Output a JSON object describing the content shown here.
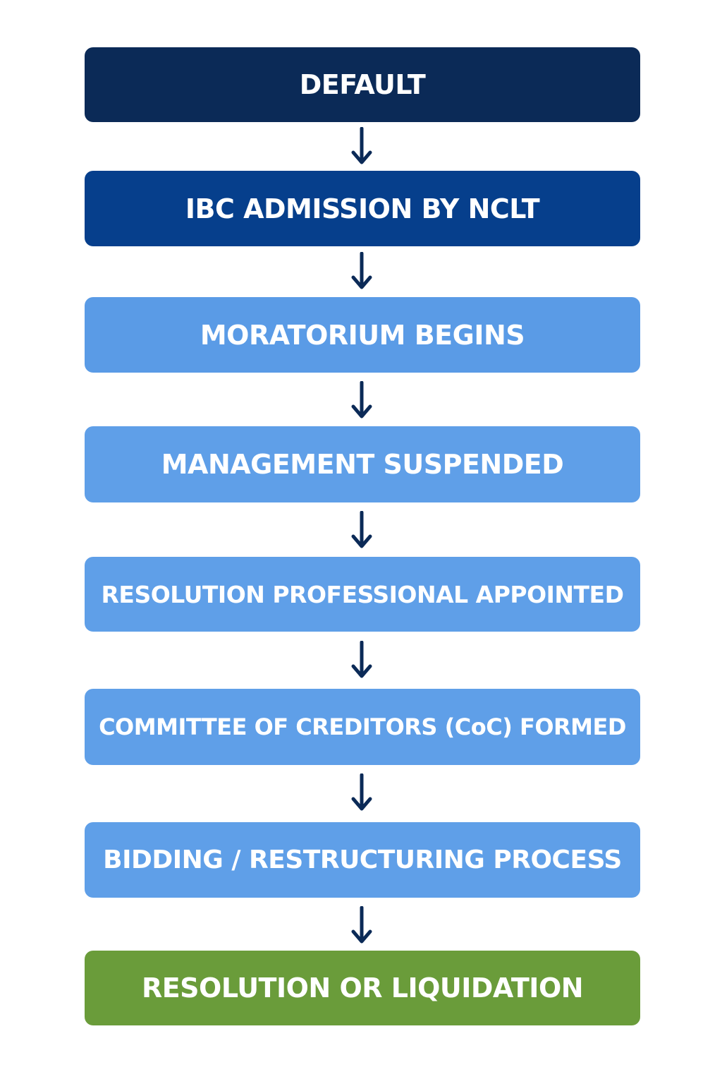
{
  "flowchart": {
    "steps": [
      {
        "label": "DEFAULT",
        "color": "#0b2a57"
      },
      {
        "label": "IBC ADMISSION BY NCLT",
        "color": "#063f8c"
      },
      {
        "label": "MORATORIUM BEGINS",
        "color": "#5a9be6"
      },
      {
        "label": "MANAGEMENT SUSPENDED",
        "color": "#5f9fe8"
      },
      {
        "label": "RESOLUTION PROFESSIONAL APPOINTED",
        "color": "#5f9fe8"
      },
      {
        "label": "COMMITTEE OF CREDITORS (CoC) FORMED",
        "color": "#5f9fe8"
      },
      {
        "label": "BIDDING / RESTRUCTURING PROCESS",
        "color": "#5f9fe8"
      },
      {
        "label": "RESOLUTION OR LIQUIDATION",
        "color": "#6a9c3a"
      }
    ],
    "arrow_color": "#0b2a57",
    "connector": "down-arrow-icon"
  }
}
